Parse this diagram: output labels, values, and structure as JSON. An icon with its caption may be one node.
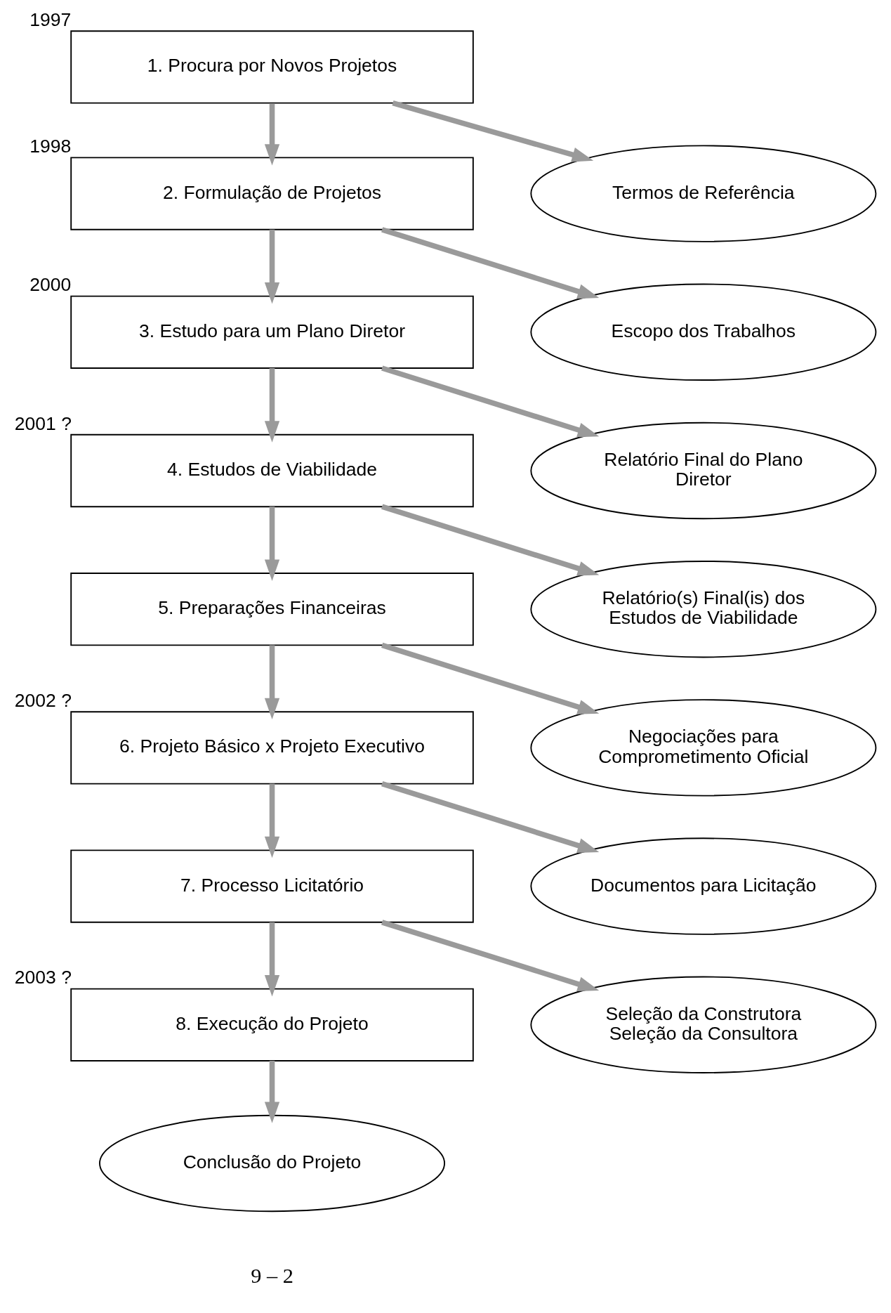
{
  "diagram": {
    "nodes": [
      {
        "text": [
          "1. Procura por Novos Projetos"
        ],
        "beside": [
          "1997"
        ]
      },
      {
        "text": [
          "Termos de Referência"
        ]
      },
      {
        "text": [
          "2. Formulação de Projetos"
        ],
        "beside": [
          "1998"
        ]
      },
      {
        "text": [
          "Escopo dos Trabalhos"
        ]
      },
      {
        "text": [
          "3. Estudo para um Plano Diretor"
        ],
        "beside": [
          "2000"
        ]
      },
      {
        "text": [
          "Relatório Final do Plano Diretor"
        ]
      },
      {
        "text": [
          "4. Estudos de Viabilidade"
        ],
        "beside": [
          "2001 ?"
        ]
      },
      {
        "text": [
          "Relatório(s) Final(is) dos Estudos de Viabilidade"
        ]
      },
      {
        "text": [
          "5. Preparações Financeiras"
        ]
      },
      {
        "text": [
          "Negociações para Comprometimento Oficial"
        ]
      },
      {
        "text": [
          "6. Projeto Básico x Projeto Executivo"
        ],
        "beside": [
          "2002 ?"
        ]
      },
      {
        "text": [
          "Documentos para Licitação"
        ]
      },
      {
        "text": [
          "7. Processo Licitatório"
        ]
      },
      {
        "text": [
          "Seleção da Construtora",
          "Seleção da Consultora"
        ]
      },
      {
        "text": [
          "8. Execução do Projeto"
        ],
        "beside": [
          "2003 ?"
        ]
      },
      {
        "text": [
          "Conclusão do Projeto"
        ]
      }
    ],
    "edges": [
      {
        "from": 0,
        "to": 2,
        "arrow": "to"
      },
      {
        "from": 0,
        "to": 1,
        "arrow": "to"
      },
      {
        "from": 2,
        "to": 4,
        "arrow": "to"
      },
      {
        "from": 2,
        "to": 3,
        "arrow": "to"
      },
      {
        "from": 4,
        "to": 6,
        "arrow": "to"
      },
      {
        "from": 4,
        "to": 5,
        "arrow": "to"
      },
      {
        "from": 6,
        "to": 8,
        "arrow": "to"
      },
      {
        "from": 6,
        "to": 7,
        "arrow": "to"
      },
      {
        "from": 8,
        "to": 10,
        "arrow": "to"
      },
      {
        "from": 8,
        "to": 9,
        "arrow": "to"
      },
      {
        "from": 10,
        "to": 12,
        "arrow": "to"
      },
      {
        "from": 10,
        "to": 11,
        "arrow": "to"
      },
      {
        "from": 12,
        "to": 14,
        "arrow": "to"
      },
      {
        "from": 12,
        "to": 13,
        "arrow": "to"
      },
      {
        "from": 14,
        "to": 15,
        "arrow": "to"
      }
    ],
    "labels": [
      "9 – 2"
    ]
  }
}
